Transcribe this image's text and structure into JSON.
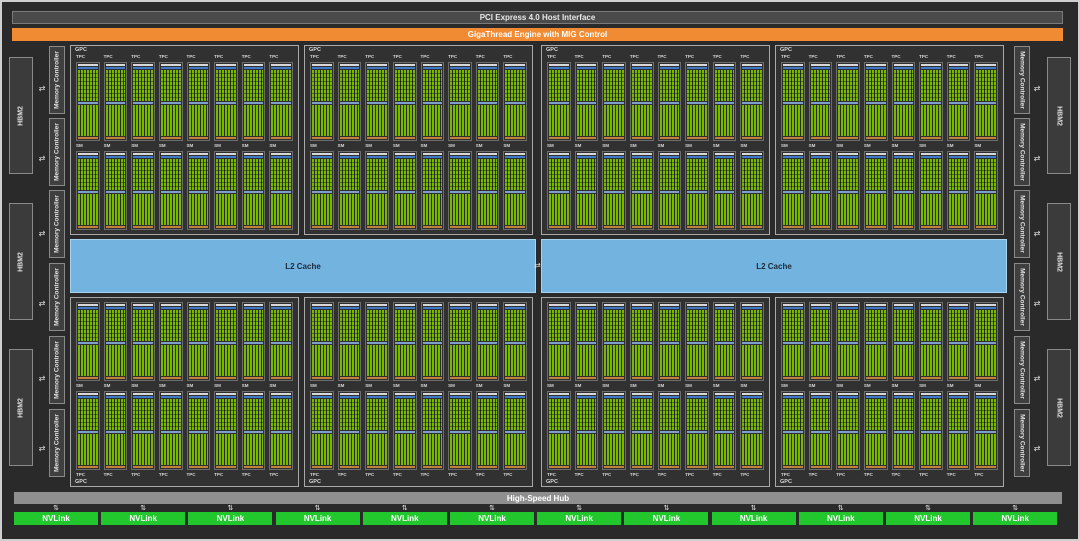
{
  "host_interface": "PCI Express 4.0 Host Interface",
  "gigathread": "GigaThread Engine with MIG Control",
  "hub": "High-Speed Hub",
  "memory": {
    "hbm_label": "HBM2",
    "controller_label": "Memory Controller"
  },
  "l2_cache": "L2 Cache",
  "gpc_label": "GPC",
  "tpc_label": "TPC",
  "sm_label": "SM",
  "nvlink": {
    "label": "NVLink",
    "count": 12
  },
  "colors": {
    "chip_bg": "#2a2a2a",
    "gigathread": "#f08a33",
    "l2": "#72b3e0",
    "nvlink": "#21c72d",
    "cores": "#76b900"
  }
}
